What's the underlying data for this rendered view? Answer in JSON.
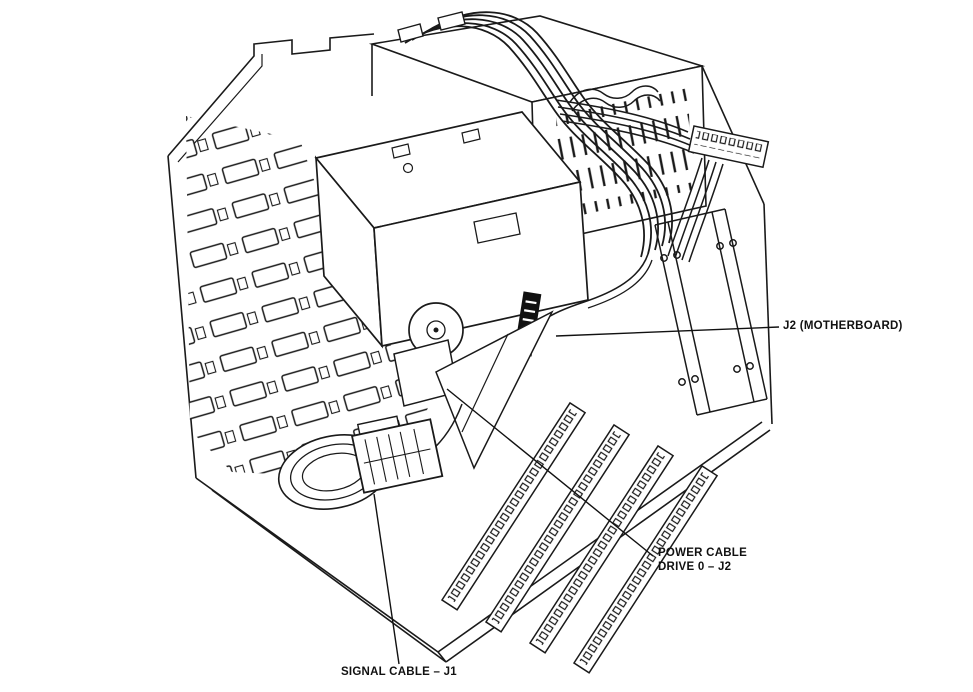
{
  "page": {
    "background": "#ffffff",
    "ink": "#1a1a1a"
  },
  "figure": {
    "callouts": {
      "j2_motherboard": "J2 (MOTHERBOARD)",
      "power_cable_line1": "POWER CABLE",
      "power_cable_line2": "DRIVE 0 – J2",
      "signal_cable": "SIGNAL CABLE – J1"
    }
  }
}
